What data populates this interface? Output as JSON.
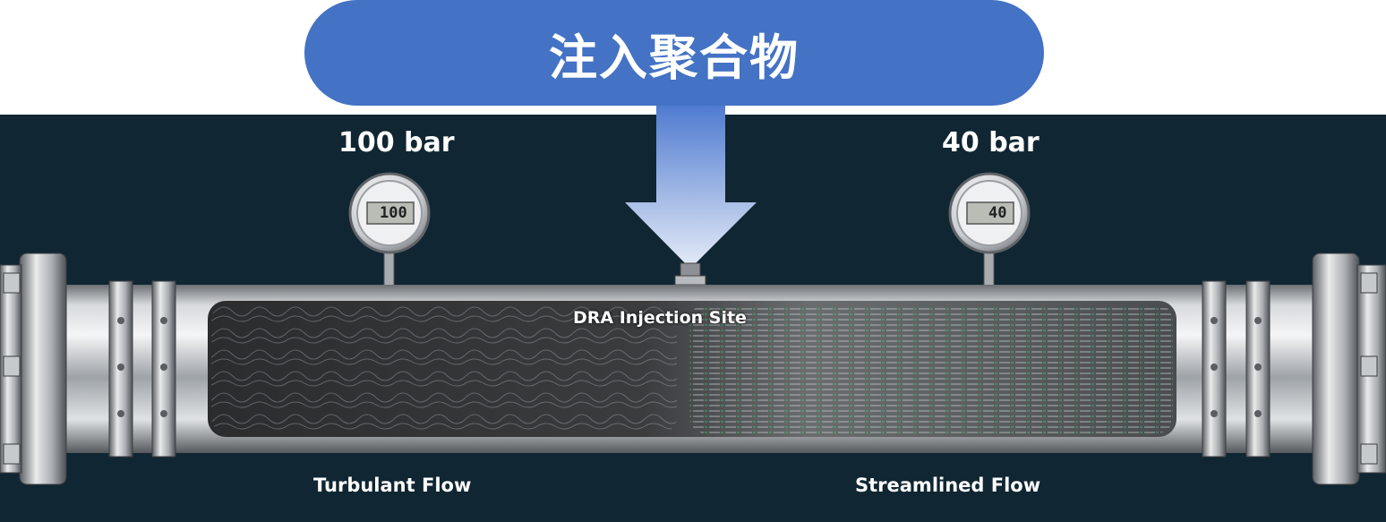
{
  "banner": {
    "title": "注入聚合物"
  },
  "gauges": [
    {
      "label": "100 bar",
      "readout": "100"
    },
    {
      "label": "40 bar",
      "readout": "40"
    }
  ],
  "pipe": {
    "injection_label": "DRA Injection Site",
    "left_flow_label": "Turbulant Flow",
    "right_flow_label": "Streamlined Flow"
  },
  "colors": {
    "banner": "#4472c4",
    "background": "#102632",
    "arrow_top": "#4f7bd0",
    "arrow_bottom": "#e6ecf8",
    "streamline_accent": "#3fcf6a"
  }
}
